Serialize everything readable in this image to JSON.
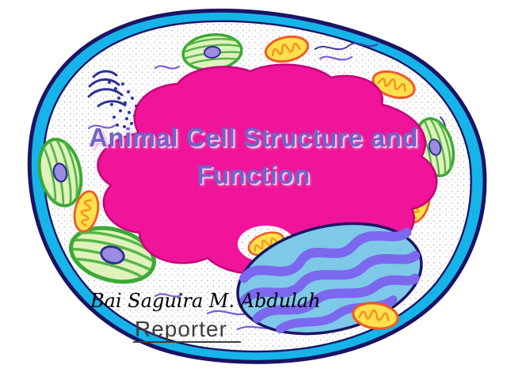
{
  "slide": {
    "title_line1": "Animal Cell Structure and",
    "title_line2": "Function",
    "author": "Bai Saguira M. Abdulah",
    "role": "Reporter"
  },
  "illustration": {
    "description": "animal-cell-clipart",
    "organelle_icons": [
      "cell-membrane",
      "cytoplasm",
      "nucleus",
      "mitochondrion",
      "green-plastid-organelle",
      "golgi-apparatus",
      "ribosomes",
      "endoplasmic-reticulum"
    ]
  },
  "colors": {
    "background": "#FFFFFF",
    "membrane_fill": "#16B4E8",
    "membrane_edge": "#1B1464",
    "central_blob": "#F0149B",
    "central_blob_edge": "#C4007A",
    "nucleus_fill": "#7EC8E8",
    "nucleus_bands": "#7B68EE",
    "mitochondrion_fill": "#FFE14D",
    "mitochondrion_edge": "#F15A24",
    "green_organelle_fill": "#DFF2BC",
    "green_organelle_edge": "#3AAA35",
    "title_text": "#7063C9",
    "author_text": "#000000",
    "role_text": "#3D3D3D"
  }
}
